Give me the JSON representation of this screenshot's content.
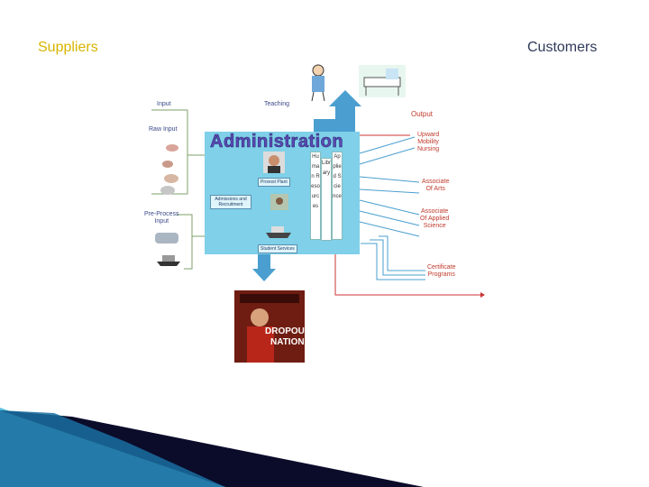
{
  "headers": {
    "suppliers": "Suppliers",
    "customers": "Customers"
  },
  "diagram": {
    "input": "Input",
    "teaching": "Teaching",
    "output": "Output",
    "raw_input": "Raw Input",
    "pre_process_input": "Pre-Process\nInput",
    "administration": "Administration",
    "provost_plant": "Provost Plant",
    "admissions": "Admissions and\nRecruitment",
    "student_services": "Student Services",
    "col_human_resources": "Human Resources",
    "col_library": "Library",
    "col_applied_science": "Applied Science",
    "outputs": [
      "Upward\nMobility\nNursing",
      "Associate\nOf Arts",
      "Associate\nOf Applied\nScience",
      "Certificate\nPrograms"
    ],
    "magazine": {
      "title_line1": "DROPOUT",
      "title_line2": "NATION"
    }
  },
  "colors": {
    "accent_line": "#cc3333",
    "box_fill": "#7fd0e8",
    "arrow": "#4a9fd0"
  },
  "icons": [
    "nurse-icon",
    "hospital-bed-icon",
    "pig-icon",
    "teacher-photo-icon",
    "boat-icon",
    "car-icon",
    "magazine-cover-icon"
  ]
}
